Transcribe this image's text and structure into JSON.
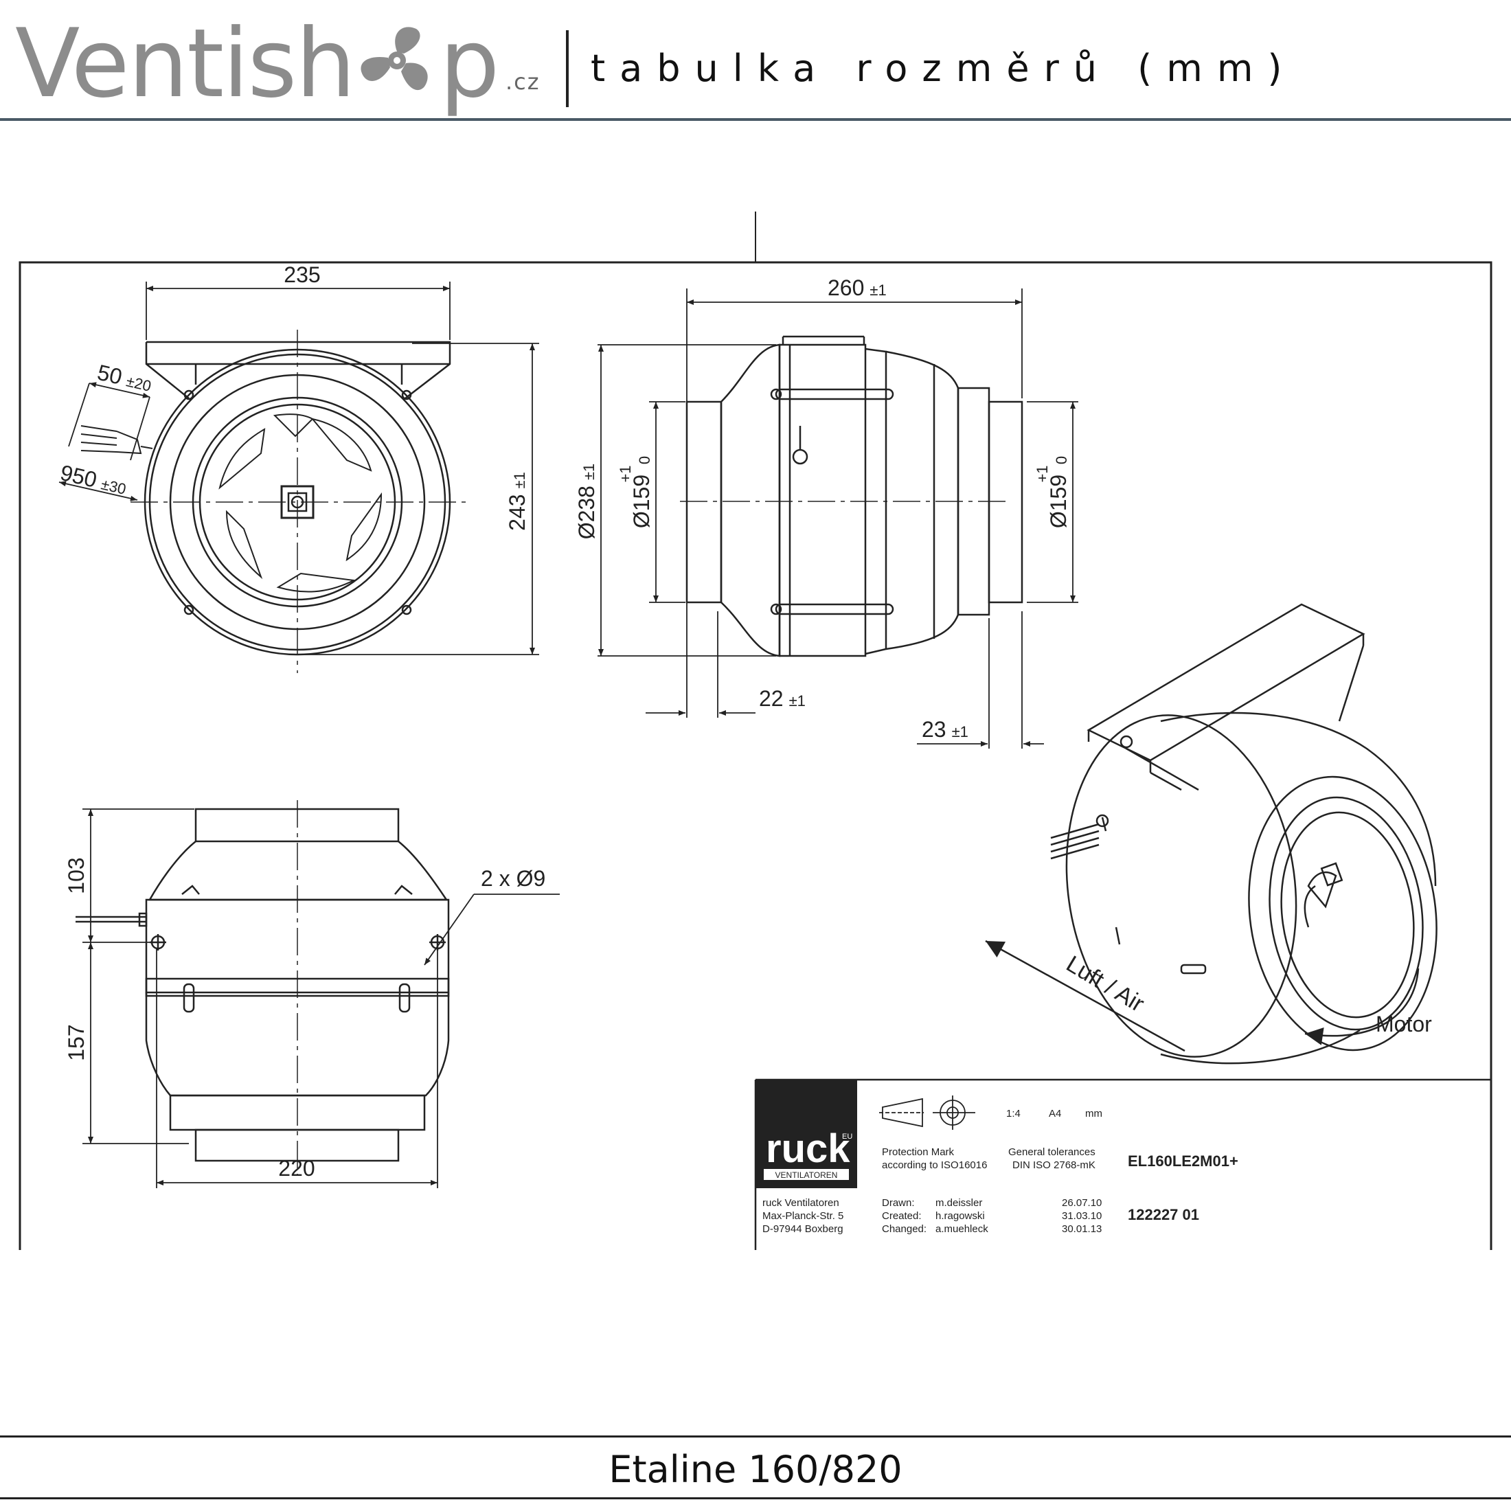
{
  "header": {
    "logo_pre": "Ventish",
    "logo_post": "p",
    "logo_tld": ".cz",
    "title": "tabulka rozměrů (mm)"
  },
  "drawing": {
    "dimensions": {
      "front_width": "235",
      "cable_short": "50",
      "cable_short_tol": "±20",
      "cable_long": "950",
      "cable_long_tol": "±30",
      "height": "243",
      "height_tol": "±1",
      "length": "260",
      "length_tol": "±1",
      "body_diameter": "Ø238",
      "body_diameter_tol": "±1",
      "inlet_diameter": "Ø159",
      "outlet_diameter": "Ø159",
      "tol_plus": "+1",
      "tol_zero": "0",
      "inlet_spigot": "22",
      "inlet_spigot_tol": "±1",
      "outlet_spigot": "23",
      "outlet_spigot_tol": "±1",
      "side_upper": "103",
      "side_lower": "157",
      "holes": "2 x Ø9",
      "base_width": "220"
    },
    "labels": {
      "air": "Luft / Air",
      "motor": "Motor"
    },
    "title_block": {
      "brand": "ruck",
      "brand_sup": "EU",
      "brand_sub": "VENTILATOREN",
      "scale": "1:4",
      "paper": "A4",
      "unit": "mm",
      "protection_1": "Protection Mark",
      "protection_2": "according to ISO16016",
      "tolerances_1": "General tolerances",
      "tolerances_2": "DIN ISO 2768-mK",
      "model": "EL160LE2M01+",
      "address_1": "ruck Ventilatoren",
      "address_2": "Max-Planck-Str. 5",
      "address_3": "D-97944 Boxberg",
      "drawn_label": "Drawn:",
      "drawn_name": "m.deissler",
      "drawn_date": "26.07.10",
      "created_label": "Created:",
      "created_name": "h.ragowski",
      "created_date": "31.03.10",
      "changed_label": "Changed:",
      "changed_name": "a.muehleck",
      "changed_date": "30.01.13",
      "part_number": "122227 01"
    }
  },
  "footer": {
    "title": "Etaline 160/820"
  },
  "colors": {
    "logo_grey": "#8c8c8c",
    "rule": "#4a5a66",
    "ink": "#222222"
  }
}
